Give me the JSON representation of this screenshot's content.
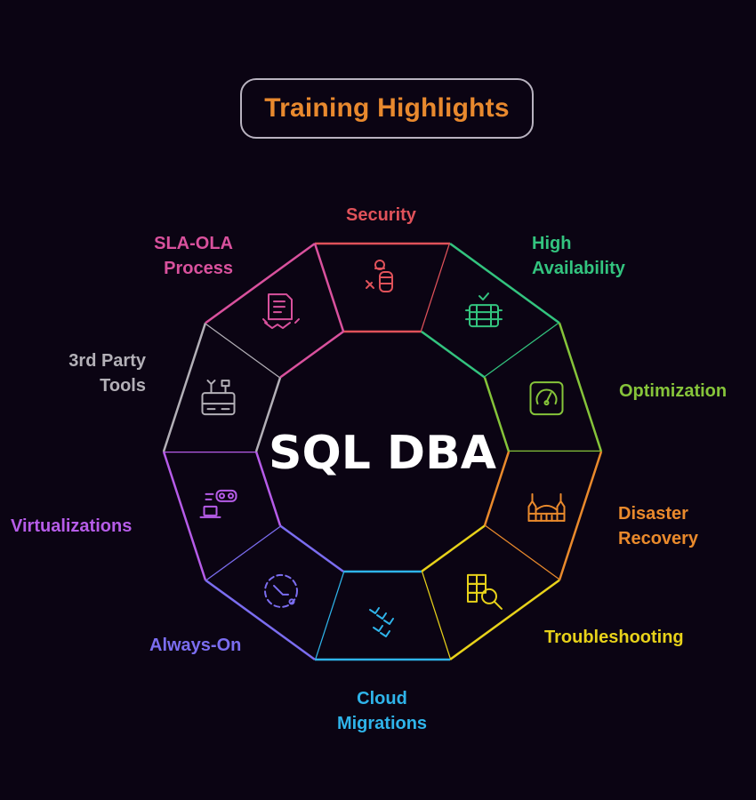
{
  "title": "Training Highlights",
  "center_label": "SQL DBA",
  "segments": [
    {
      "lines": [
        "Security"
      ],
      "color": "#e0525a",
      "icon": "security-guard-database-icon"
    },
    {
      "lines": [
        "High",
        "Availability"
      ],
      "color": "#33c47f",
      "icon": "server-rack-check-icon"
    },
    {
      "lines": [
        "Optimization"
      ],
      "color": "#86c43a",
      "icon": "speedometer-gauge-icon"
    },
    {
      "lines": [
        "Disaster",
        "Recovery"
      ],
      "color": "#ea8a2c",
      "icon": "bridge-building-icon"
    },
    {
      "lines": [
        "Troubleshooting"
      ],
      "color": "#e8d21a",
      "icon": "puzzle-magnifier-icon"
    },
    {
      "lines": [
        "Cloud",
        "Migrations"
      ],
      "color": "#2fb4ea",
      "icon": "birds-migration-icon"
    },
    {
      "lines": [
        "Always-On"
      ],
      "color": "#7b6df0",
      "icon": "dashed-circle-cycle-icon"
    },
    {
      "lines": [
        "Virtualizations"
      ],
      "color": "#b65ce8",
      "icon": "vr-headset-laptop-icon"
    },
    {
      "lines": [
        "3rd Party",
        "Tools"
      ],
      "color": "#b3b0b7",
      "icon": "toolbox-icon"
    },
    {
      "lines": [
        "SLA-OLA",
        "Process"
      ],
      "color": "#d9519d",
      "icon": "contract-handshake-icon"
    }
  ]
}
